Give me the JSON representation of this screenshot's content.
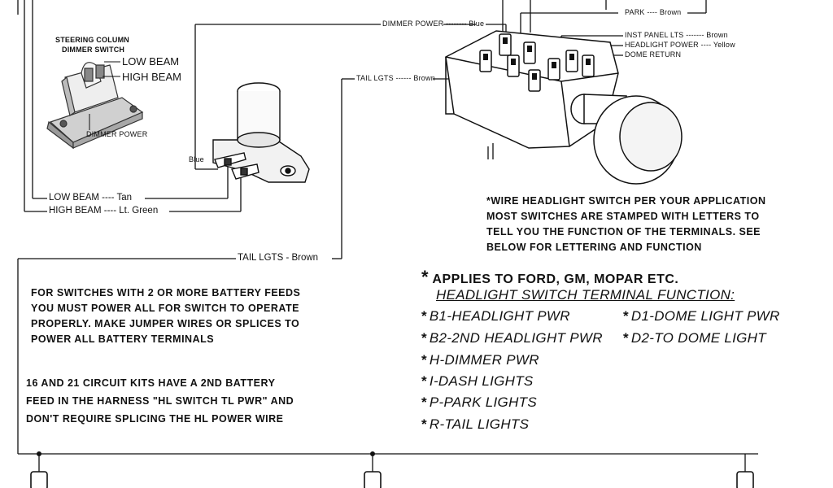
{
  "dimmer_photo": {
    "title_line1": "STEERING COLUMN",
    "title_line2": "DIMMER SWITCH",
    "low_beam": "LOW BEAM",
    "high_beam": "HIGH BEAM",
    "dimmer_power": "DIMMER POWER"
  },
  "floor_switch": {
    "wire_color": "Blue"
  },
  "wires": {
    "low_beam_name": "LOW BEAM",
    "low_beam_color": "Tan",
    "high_beam_name": "HIGH BEAM",
    "high_beam_color": "Lt. Green",
    "tail_lights_name": "TAIL LGTS",
    "tail_lights_color": "Brown",
    "tail_lights_top_name": "TAIL LGTS",
    "tail_lights_top_color": "Brown",
    "dimmer_power_name": "DIMMER POWER",
    "dimmer_power_color": "Blue",
    "park_name": "PARK",
    "park_color": "Brown",
    "inst_panel_name": "INST PANEL LTS",
    "inst_panel_color": "Brown",
    "headlight_power_name": "HEADLIGHT POWER",
    "headlight_power_color": "Yellow",
    "dome_return_name": "DOME RETURN"
  },
  "notes": {
    "wire_per_app": [
      "*WIRE HEADLIGHT SWITCH PER YOUR APPLICATION",
      "MOST SWITCHES ARE STAMPED WITH LETTERS TO",
      "TELL YOU THE FUNCTION OF THE TERMINALS.  SEE",
      "BELOW FOR LETTERING AND FUNCTION"
    ],
    "battery_feeds": [
      "FOR SWITCHES WITH 2 OR MORE BATTERY FEEDS",
      "YOU MUST POWER ALL FOR SWITCH TO OPERATE",
      "PROPERLY. MAKE JUMPER WIRES OR SPLICES TO",
      "POWER ALL BATTERY TERMINALS"
    ],
    "circuit_kits": [
      "16 AND 21 CIRCUIT KITS HAVE A 2ND BATTERY",
      "FEED IN THE HARNESS \"HL SWITCH TL PWR\" AND",
      "DON'T REQUIRE SPLICING THE HL POWER WIRE"
    ]
  },
  "terminal_functions": {
    "star": "*",
    "applies_to": "APPLIES TO FORD, GM, MOPAR ETC.",
    "heading": "HEADLIGHT SWITCH TERMINAL FUNCTION:",
    "left_column": [
      "B1-HEADLIGHT PWR",
      "B2-2ND HEADLIGHT PWR",
      "H-DIMMER PWR",
      "I-DASH LIGHTS",
      "P-PARK LIGHTS",
      "R-TAIL LIGHTS"
    ],
    "right_column": [
      "D1-DOME LIGHT PWR",
      "D2-TO DOME LIGHT"
    ]
  }
}
